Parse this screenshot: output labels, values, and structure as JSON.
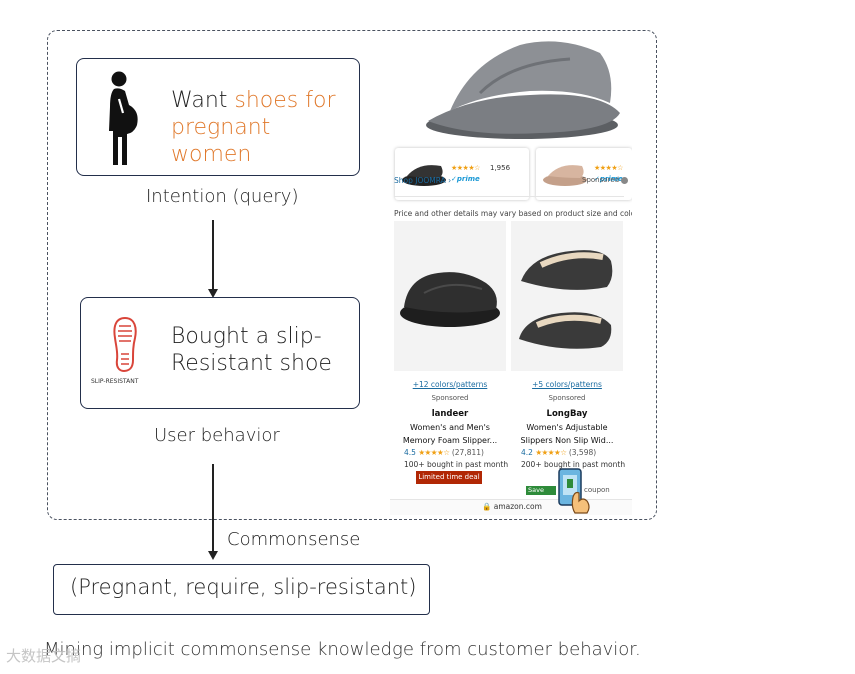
{
  "query_box": {
    "text_prefix": "Want ",
    "text_highlight": "shoes for pregnant women",
    "label": "Intention (query)",
    "icon": "pregnant-woman-icon"
  },
  "behavior_box": {
    "text": "Bought a slip-Resistant shoe",
    "icon_caption": "SLIP-RESISTANT",
    "label": "User behavior",
    "icon": "shoe-sole-icon"
  },
  "commonsense": {
    "label": "Commonsense",
    "triple": "(Pregnant, require, slip-resistant)"
  },
  "caption": "Mining implicit commonsense knowledge from customer behavior.",
  "watermark": "大数据文摘",
  "amazon_panel": {
    "thumb1": {
      "stars": "★★★★☆",
      "count": "1,956",
      "prime": "✓prime"
    },
    "thumb2": {
      "stars": "★★★★☆",
      "prime": "✓prime"
    },
    "shop_link": "Shop JOOMRA ›",
    "sponsored_top": "Sponsored",
    "price_note": "Price and other details may vary based on product size and color.",
    "products": [
      {
        "colors": "+12 colors/patterns",
        "sponsored": "Sponsored",
        "brand": "landeer",
        "title1": "Women's and Men's",
        "title2": "Memory Foam Slipper...",
        "rating": "4.5",
        "stars": "★★★★☆",
        "count": "(27,811)",
        "bought": "100+ bought in past month",
        "badge": "Limited time deal"
      },
      {
        "colors": "+5 colors/patterns",
        "sponsored": "Sponsored",
        "brand": "LongBay",
        "title1": "Women's Adjustable",
        "title2": "Slippers Non Slip Wid...",
        "rating": "4.2",
        "stars": "★★★★☆",
        "count": "(3,598)",
        "bought": "200+ bought in past month",
        "badge": "Save",
        "coupon": "coupon"
      }
    ],
    "domain": "🔒 amazon.com"
  },
  "colors": {
    "accent": "#e0792c",
    "box_border": "#232f4b"
  }
}
